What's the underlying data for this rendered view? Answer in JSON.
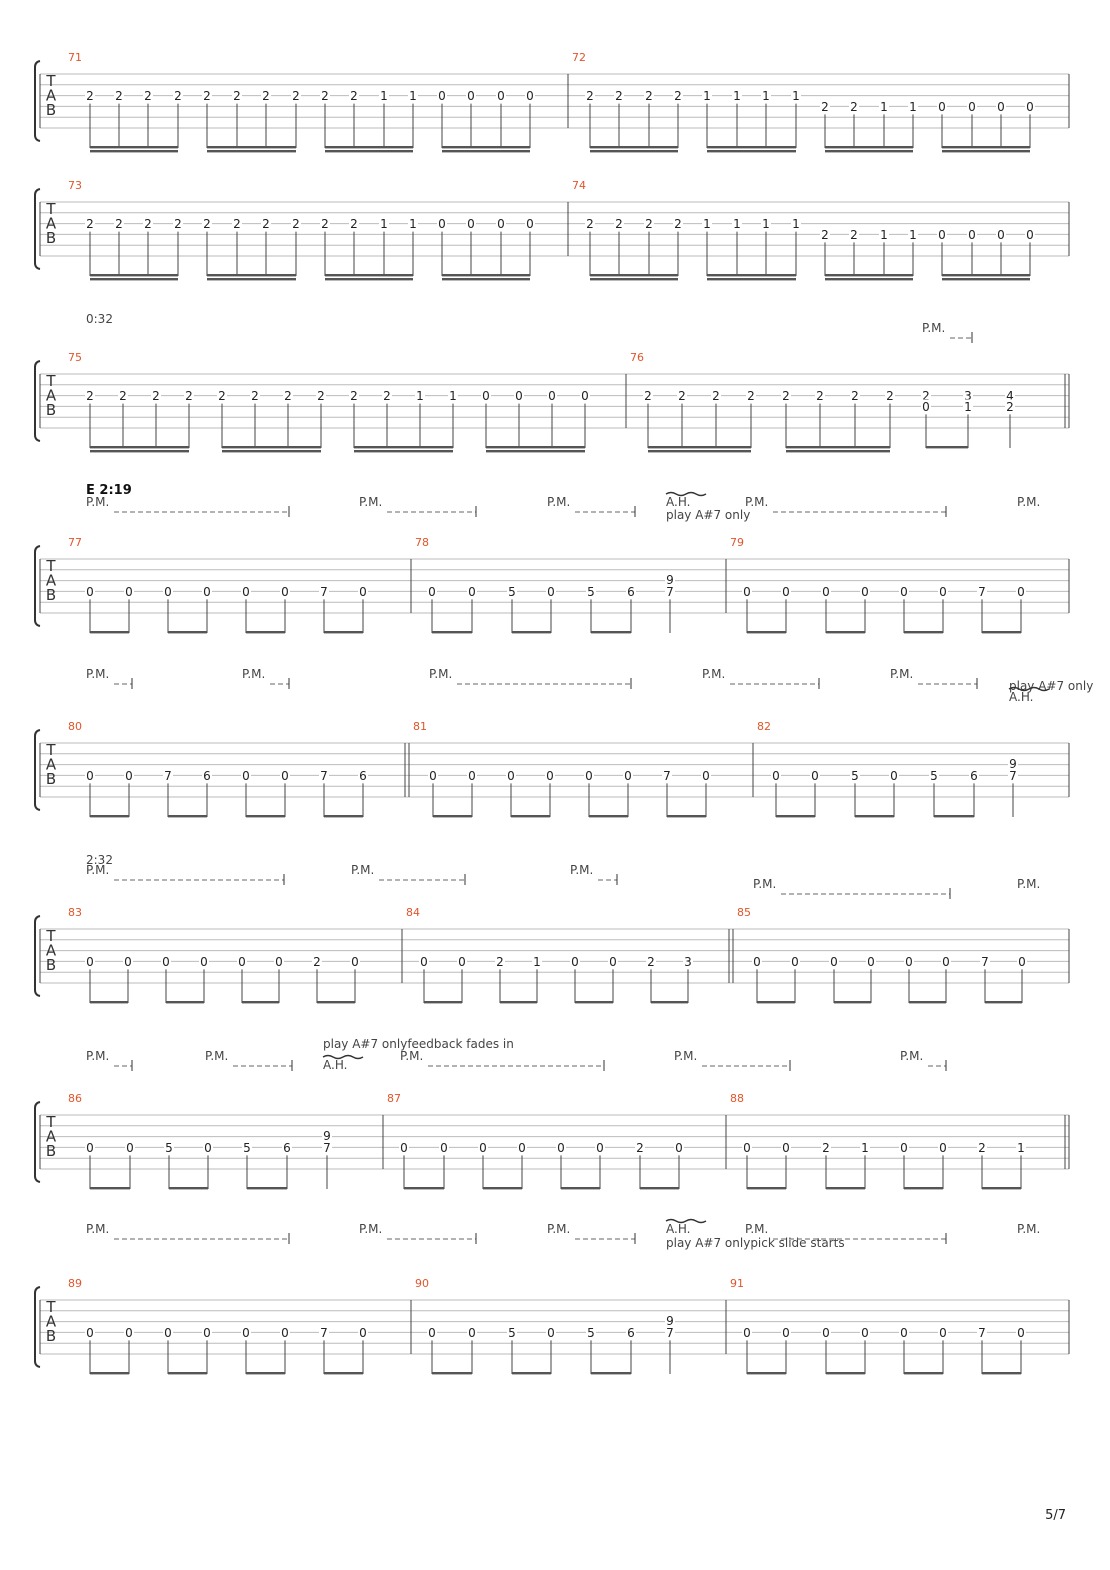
{
  "page": {
    "number": "5/7"
  },
  "tab_letters": [
    "T",
    "A",
    "B"
  ],
  "systems": [
    {
      "measures": [
        {
          "number": "71",
          "groups": [
            [
              "2",
              "2",
              "2",
              "2"
            ],
            [
              "2",
              "2",
              "2",
              "2"
            ],
            [
              "2",
              "2",
              "1",
              "1"
            ],
            [
              "0",
              "0",
              "0",
              "0"
            ]
          ],
          "string": 3
        },
        {
          "number": "72",
          "notes": [
            [
              {
                "f": "2",
                "s": 3
              },
              {
                "f": "2",
                "s": 3
              },
              {
                "f": "2",
                "s": 3
              },
              {
                "f": "2",
                "s": 3
              }
            ],
            [
              {
                "f": "1",
                "s": 3
              },
              {
                "f": "1",
                "s": 3
              },
              {
                "f": "1",
                "s": 3
              },
              {
                "f": "1",
                "s": 3
              }
            ],
            [
              {
                "f": "2",
                "s": 4
              },
              {
                "f": "2",
                "s": 4
              },
              {
                "f": "1",
                "s": 4
              },
              {
                "f": "1",
                "s": 4
              }
            ],
            [
              {
                "f": "0",
                "s": 4
              },
              {
                "f": "0",
                "s": 4
              },
              {
                "f": "0",
                "s": 4
              },
              {
                "f": "0",
                "s": 4
              }
            ]
          ]
        }
      ]
    },
    {
      "measures": [
        {
          "number": "73",
          "groups": [
            [
              "2",
              "2",
              "2",
              "2"
            ],
            [
              "2",
              "2",
              "2",
              "2"
            ],
            [
              "2",
              "2",
              "1",
              "1"
            ],
            [
              "0",
              "0",
              "0",
              "0"
            ]
          ],
          "string": 3
        },
        {
          "number": "74",
          "notes": [
            [
              {
                "f": "2",
                "s": 3
              },
              {
                "f": "2",
                "s": 3
              },
              {
                "f": "2",
                "s": 3
              },
              {
                "f": "2",
                "s": 3
              }
            ],
            [
              {
                "f": "1",
                "s": 3
              },
              {
                "f": "1",
                "s": 3
              },
              {
                "f": "1",
                "s": 3
              },
              {
                "f": "1",
                "s": 3
              }
            ],
            [
              {
                "f": "2",
                "s": 4
              },
              {
                "f": "2",
                "s": 4
              },
              {
                "f": "1",
                "s": 4
              },
              {
                "f": "1",
                "s": 4
              }
            ],
            [
              {
                "f": "0",
                "s": 4
              },
              {
                "f": "0",
                "s": 4
              },
              {
                "f": "0",
                "s": 4
              },
              {
                "f": "0",
                "s": 4
              }
            ]
          ]
        }
      ]
    },
    {
      "timestamp": "0:32",
      "measures": [
        {
          "number": "75",
          "groups": [
            [
              "2",
              "2",
              "2",
              "2"
            ],
            [
              "2",
              "2",
              "2",
              "2"
            ],
            [
              "2",
              "2",
              "1",
              "1"
            ],
            [
              "0",
              "0",
              "0",
              "0"
            ]
          ],
          "string": 3
        },
        {
          "number": "76",
          "groups": [
            [
              "2",
              "2",
              "2",
              "2"
            ],
            [
              "2",
              "2",
              "2",
              "2"
            ]
          ],
          "string": 3,
          "chords": [
            [
              "2",
              "0"
            ],
            [
              "3",
              "1"
            ],
            [
              "4",
              "2"
            ]
          ]
        }
      ],
      "annotations": [
        {
          "label": "P.M."
        }
      ]
    },
    {
      "section": "E 2:19",
      "measures": [
        {
          "number": "77",
          "frets": [
            "0",
            "0",
            "0",
            "0",
            "0",
            "0",
            "7",
            "0"
          ]
        },
        {
          "number": "78",
          "frets": [
            "0",
            "0",
            "5",
            "0",
            "5",
            "6",
            "7"
          ],
          "harmonic": "9"
        },
        {
          "number": "79",
          "frets": [
            "0",
            "0",
            "0",
            "0",
            "0",
            "0",
            "7",
            "0"
          ]
        }
      ],
      "annotations": [
        {
          "label": "P.M."
        },
        {
          "label": "P.M."
        },
        {
          "label": "P.M."
        },
        {
          "label": "A.H."
        },
        {
          "label": "play A#7 only"
        },
        {
          "label": "P.M."
        },
        {
          "label": "P.M."
        }
      ]
    },
    {
      "measures": [
        {
          "number": "80",
          "frets": [
            "0",
            "0",
            "7",
            "6",
            "0",
            "0",
            "7",
            "6"
          ]
        },
        {
          "number": "81",
          "frets": [
            "0",
            "0",
            "0",
            "0",
            "0",
            "0",
            "7",
            "0"
          ]
        },
        {
          "number": "82",
          "frets": [
            "0",
            "0",
            "5",
            "0",
            "5",
            "6",
            "7"
          ],
          "harmonic": "9"
        }
      ],
      "annotations": [
        {
          "label": "P.M."
        },
        {
          "label": "P.M."
        },
        {
          "label": "P.M."
        },
        {
          "label": "P.M."
        },
        {
          "label": "P.M."
        },
        {
          "label": "play A#7 only"
        },
        {
          "label": "A.H."
        }
      ]
    },
    {
      "timestamp": "2:32",
      "measures": [
        {
          "number": "83",
          "frets": [
            "0",
            "0",
            "0",
            "0",
            "0",
            "0",
            "2",
            "0"
          ]
        },
        {
          "number": "84",
          "frets": [
            "0",
            "0",
            "2",
            "1",
            "0",
            "0",
            "2",
            "3"
          ]
        },
        {
          "number": "85",
          "frets": [
            "0",
            "0",
            "0",
            "0",
            "0",
            "0",
            "7",
            "0"
          ]
        }
      ],
      "annotations": [
        {
          "label": "P.M."
        },
        {
          "label": "P.M."
        },
        {
          "label": "P.M."
        },
        {
          "label": "P.M."
        },
        {
          "label": "P.M."
        }
      ]
    },
    {
      "measures": [
        {
          "number": "86",
          "frets": [
            "0",
            "0",
            "5",
            "0",
            "5",
            "6",
            "7"
          ],
          "harmonic": "9"
        },
        {
          "number": "87",
          "frets": [
            "0",
            "0",
            "0",
            "0",
            "0",
            "0",
            "2",
            "0"
          ]
        },
        {
          "number": "88",
          "frets": [
            "0",
            "0",
            "2",
            "1",
            "0",
            "0",
            "2",
            "1"
          ]
        }
      ],
      "annotations": [
        {
          "label": "P.M."
        },
        {
          "label": "P.M."
        },
        {
          "label": "play A#7 onlyfeedback fades in"
        },
        {
          "label": "A.H."
        },
        {
          "label": "P.M."
        },
        {
          "label": "P.M."
        },
        {
          "label": "P.M."
        }
      ]
    },
    {
      "measures": [
        {
          "number": "89",
          "frets": [
            "0",
            "0",
            "0",
            "0",
            "0",
            "0",
            "7",
            "0"
          ]
        },
        {
          "number": "90",
          "frets": [
            "0",
            "0",
            "5",
            "0",
            "5",
            "6",
            "7"
          ],
          "harmonic": "9"
        },
        {
          "number": "91",
          "frets": [
            "0",
            "0",
            "0",
            "0",
            "0",
            "0",
            "7",
            "0"
          ]
        }
      ],
      "annotations": [
        {
          "label": "P.M."
        },
        {
          "label": "P.M."
        },
        {
          "label": "P.M."
        },
        {
          "label": "A.H."
        },
        {
          "label": "play A#7 onlypick slide starts"
        },
        {
          "label": "P.M."
        },
        {
          "label": "P.M."
        }
      ]
    }
  ]
}
